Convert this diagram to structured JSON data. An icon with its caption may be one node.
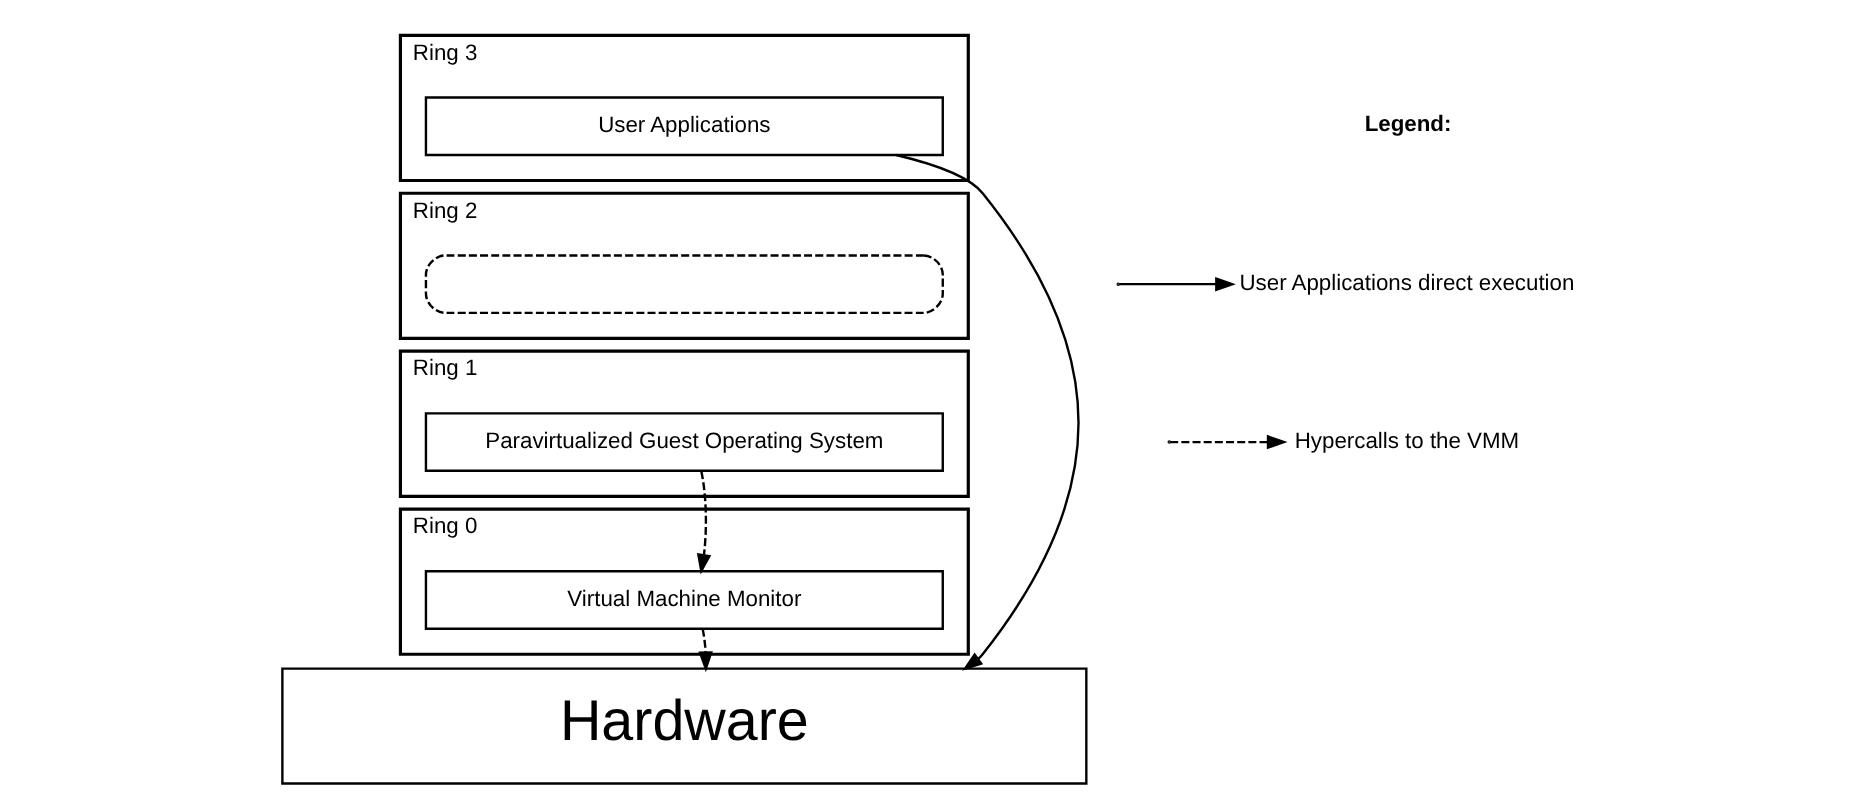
{
  "diagram": {
    "nodes": [
      {
        "text": [
          "Ring 3"
        ]
      },
      {
        "text": [
          "User Applications"
        ],
        "in": 0
      },
      {
        "text": [
          "Ring 2"
        ]
      },
      {
        "text": [],
        "shape": "box",
        "in": 2
      },
      {
        "text": [
          "Ring 1"
        ]
      },
      {
        "text": [
          "Paravirtualized Guest Operating System"
        ],
        "in": 4
      },
      {
        "text": [
          "Ring 0"
        ]
      },
      {
        "text": [
          "Virtual Machine Monitor"
        ],
        "in": 6
      },
      {
        "text": [
          "Hardware"
        ]
      }
    ],
    "edges": [
      {
        "from": 1,
        "to": 8,
        "arrow": "to"
      },
      {
        "from": 5,
        "to": 7,
        "arrow": "to",
        "style": "dashed"
      },
      {
        "from": 7,
        "to": 8,
        "arrow": "to",
        "style": "dashed"
      }
    ],
    "labels": [
      "Legend:"
    ],
    "legend": [
      {
        "text": "User Applications direct execution"
      },
      {
        "text": "Hypercalls to the VMM"
      }
    ]
  }
}
